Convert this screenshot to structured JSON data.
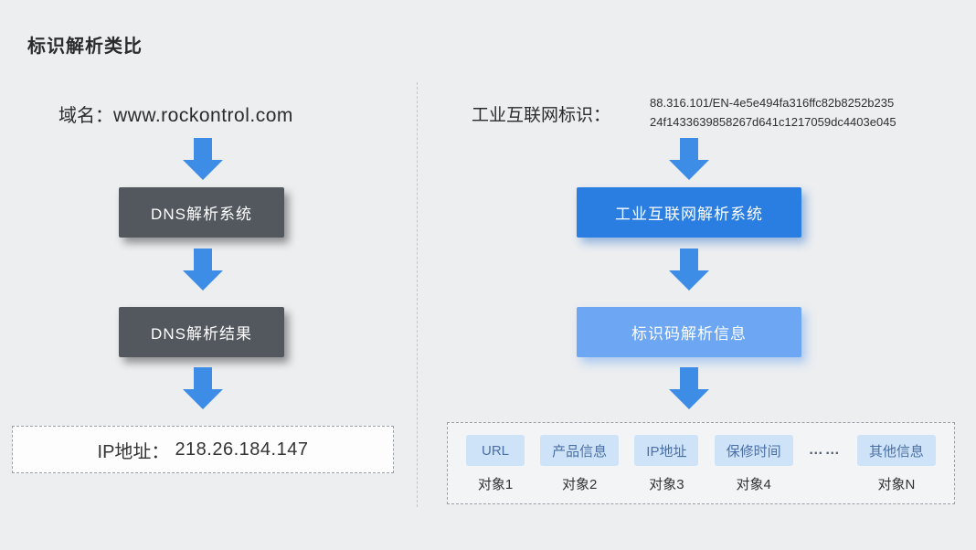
{
  "title": "标识解析类比",
  "left": {
    "label": "域名：",
    "value": "www.rockontrol.com",
    "system_box": "DNS解析系统",
    "result_box": "DNS解析结果",
    "ip_label": "IP地址：",
    "ip_value": "218.26.184.147"
  },
  "right": {
    "label": "工业互联网标识：",
    "code_line1": "88.316.101/EN-4e5e494fa316ffc82b8252b235",
    "code_line2": "24f1433639858267d641c1217059dc4403e045",
    "system_box": "工业互联网解析系统",
    "info_box": "标识码解析信息",
    "dots": "……",
    "objects": [
      {
        "chip": "URL",
        "label": "对象1"
      },
      {
        "chip": "产品信息",
        "label": "对象2"
      },
      {
        "chip": "IP地址",
        "label": "对象3"
      },
      {
        "chip": "保修时间",
        "label": "对象4"
      },
      {
        "chip": "其他信息",
        "label": "对象N"
      }
    ]
  },
  "colors": {
    "background": "#eceef0",
    "arrow_blue": "#3d8de6",
    "dark_box": "#53585e",
    "blue_box": "#2a7de1",
    "light_blue_box": "#6da6f2",
    "chip_bg": "#cfe3f8",
    "chip_text": "#4a6fa5"
  }
}
